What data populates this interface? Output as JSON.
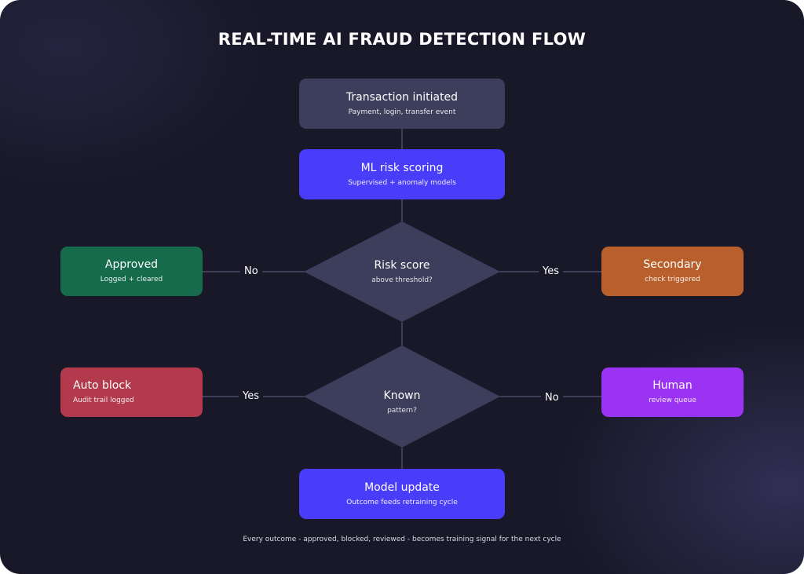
{
  "title": "REAL-TIME AI FRAUD DETECTION FLOW",
  "colors": {
    "background": "#181828",
    "neutral_node": "#3d3d5c",
    "primary_node": "#4a3dfa",
    "approved": "#156b4c",
    "secondary": "#b85f2c",
    "auto_block": "#b23a4c",
    "human": "#9b33f2",
    "connector": "#4a4a66"
  },
  "nodes": {
    "transaction": {
      "title": "Transaction initiated",
      "subtitle": "Payment, login, transfer event"
    },
    "ml_scoring": {
      "title": "ML risk scoring",
      "subtitle": "Supervised + anomaly models"
    },
    "risk_decision": {
      "title": "Risk score",
      "subtitle": "above threshold?"
    },
    "approved": {
      "title": "Approved",
      "subtitle": "Logged + cleared"
    },
    "secondary": {
      "title": "Secondary",
      "subtitle": "check triggered"
    },
    "known_decision": {
      "title": "Known",
      "subtitle": "pattern?"
    },
    "auto_block": {
      "title": "Auto block",
      "subtitle": "Audit trail logged"
    },
    "human": {
      "title": "Human",
      "subtitle": "review queue"
    },
    "model_update": {
      "title": "Model update",
      "subtitle": "Outcome feeds retraining cycle"
    }
  },
  "edges": {
    "risk_no": "No",
    "risk_yes": "Yes",
    "known_yes": "Yes",
    "known_no": "No"
  },
  "footnote": "Every outcome - approved, blocked, reviewed - becomes training signal for the next cycle"
}
